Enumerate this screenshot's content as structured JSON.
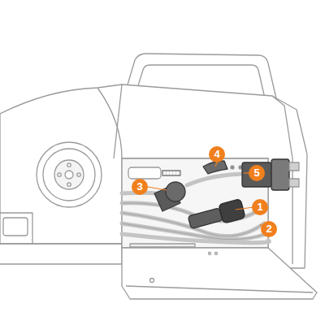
{
  "diagram": {
    "labels": [
      "4",
      "5",
      "3",
      "1",
      "2"
    ]
  }
}
